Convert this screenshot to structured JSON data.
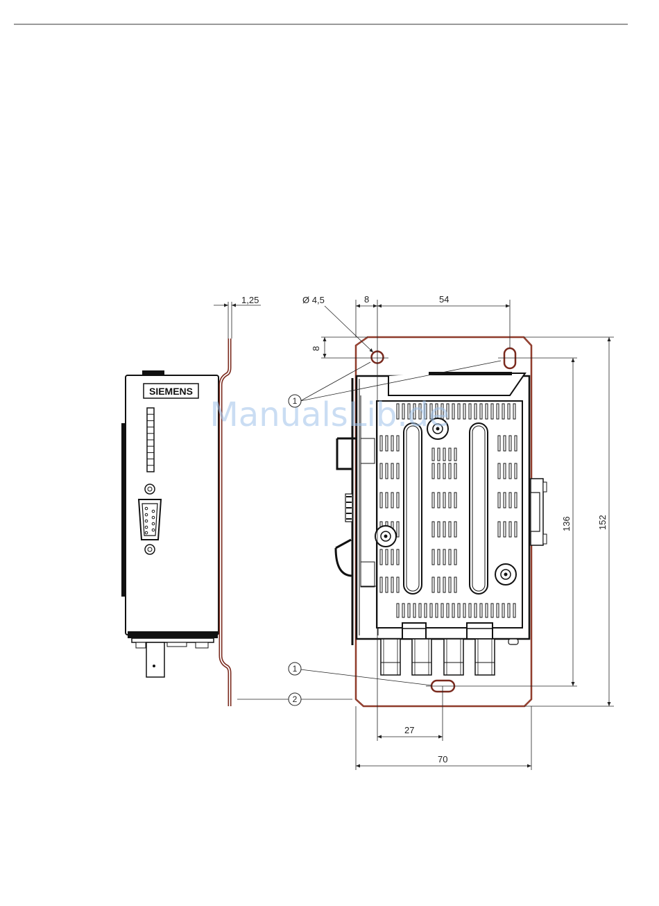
{
  "drawing": {
    "brand_label": "SIEMENS",
    "watermark": "ManualsLib.de",
    "dimensions": {
      "bracket_thickness": "1,25",
      "hole_diameter": "Ø 4,5",
      "hole_offset_x": "8",
      "hole_offset_y": "8",
      "slot_spacing": "54",
      "mount_height": "136",
      "plate_height": "152",
      "bottom_slot_offset": "27",
      "plate_width": "70"
    },
    "callouts": [
      {
        "id": "1",
        "meaning": ""
      },
      {
        "id": "1",
        "meaning": ""
      },
      {
        "id": "2",
        "meaning": ""
      }
    ]
  }
}
